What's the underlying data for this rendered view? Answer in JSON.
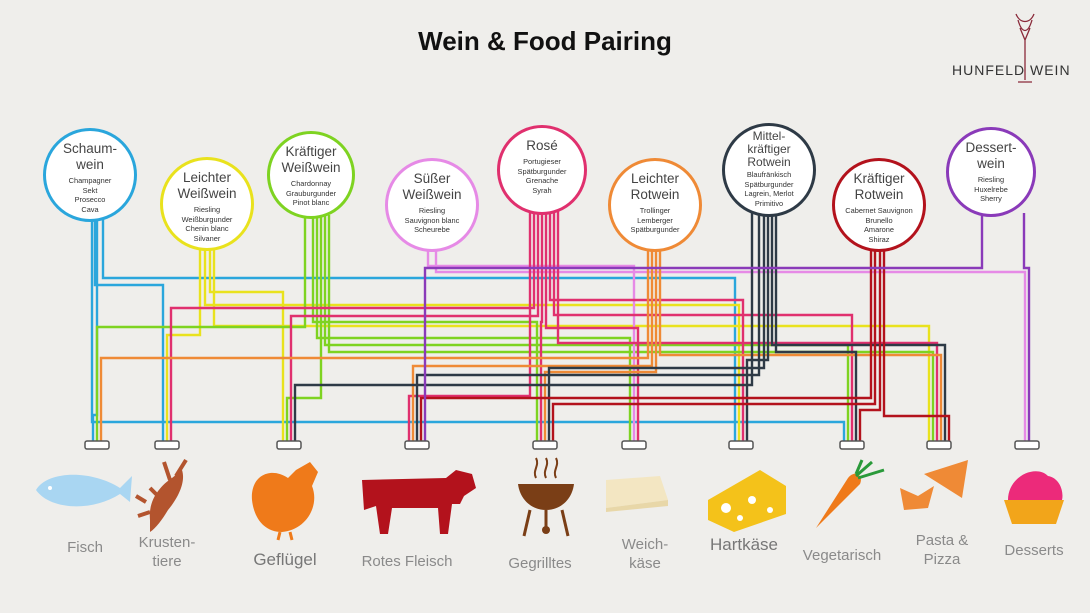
{
  "title": "Wein & Food Pairing",
  "brand": "HUNFELD WEIN",
  "wines": [
    {
      "id": "schaumwein",
      "name": [
        "Schaum-",
        "wein"
      ],
      "items": [
        "Champagner",
        "Sekt",
        "Prosecco",
        "Cava"
      ],
      "color": "#2aa6dc"
    },
    {
      "id": "leichter-weisswein",
      "name": [
        "Leichter",
        "Weißwein"
      ],
      "items": [
        "Riesling",
        "Weißburgunder",
        "Chenin blanc",
        "Silvaner"
      ],
      "color": "#e9e21d"
    },
    {
      "id": "kraeftiger-weisswein",
      "name": [
        "Kräftiger",
        "Weißwein"
      ],
      "items": [
        "Chardonnay",
        "Grauburgunder",
        "Pinot blanc"
      ],
      "color": "#7ed321"
    },
    {
      "id": "suesser-weisswein",
      "name": [
        "Süßer",
        "Weißwein"
      ],
      "items": [
        "Riesling",
        "Sauvignon blanc",
        "Scheurebe"
      ],
      "color": "#e68ae6"
    },
    {
      "id": "rose",
      "name": [
        "Rosé"
      ],
      "items": [
        "Portugieser",
        "Spätburgunder",
        "Grenache",
        "Syrah"
      ],
      "color": "#e0306e"
    },
    {
      "id": "leichter-rotwein",
      "name": [
        "Leichter",
        "Rotwein"
      ],
      "items": [
        "Trollinger",
        "Lemberger",
        "Spätburgunder"
      ],
      "color": "#ef8a36"
    },
    {
      "id": "mittelkraeftiger-rotwein",
      "name": [
        "Mittel-",
        "kräftiger",
        "Rotwein"
      ],
      "items": [
        "Blaufränkisch",
        "Spätburgunder",
        "Lagrein, Merlot",
        "Primitivo"
      ],
      "color": "#2e3a46"
    },
    {
      "id": "kraeftiger-rotwein",
      "name": [
        "Kräftiger",
        "Rotwein"
      ],
      "items": [
        "Cabernet Sauvignon",
        "Brunello",
        "Amarone",
        "Shiraz"
      ],
      "color": "#b3121c"
    },
    {
      "id": "dessertwein",
      "name": [
        "Dessert-",
        "wein"
      ],
      "items": [
        "Riesling",
        "Huxelrebe",
        "Sherry"
      ],
      "color": "#8a3ab9"
    }
  ],
  "foods": [
    {
      "id": "fisch",
      "label": [
        "Fisch"
      ],
      "icon": "fish-icon",
      "color": "#a9d6f2"
    },
    {
      "id": "krustentiere",
      "label": [
        "Krusten-",
        "tiere"
      ],
      "icon": "lobster-icon",
      "color": "#b3542e"
    },
    {
      "id": "gefluegel",
      "label": [
        "Geflügel"
      ],
      "icon": "chicken-icon",
      "color": "#ef7a1a"
    },
    {
      "id": "rotes-fleisch",
      "label": [
        "Rotes Fleisch"
      ],
      "icon": "cow-icon",
      "color": "#b3121c"
    },
    {
      "id": "gegrilltes",
      "label": [
        "Gegrilltes"
      ],
      "icon": "grill-icon",
      "color": "#7a3e16"
    },
    {
      "id": "weichkaese",
      "label": [
        "Weich-",
        "käse"
      ],
      "icon": "brie-icon",
      "color": "#f3e6c2"
    },
    {
      "id": "hartkaese",
      "label": [
        "Hartkäse"
      ],
      "icon": "cheese-icon",
      "color": "#f4c21a"
    },
    {
      "id": "vegetarisch",
      "label": [
        "Vegetarisch"
      ],
      "icon": "carrot-icon",
      "color": "#ef7a1a"
    },
    {
      "id": "pasta-pizza",
      "label": [
        "Pasta &",
        "Pizza"
      ],
      "icon": "pasta-pizza-icon",
      "color": "#ef8a36"
    },
    {
      "id": "desserts",
      "label": [
        "Desserts"
      ],
      "icon": "cupcake-icon",
      "color": "#ec2a7a"
    }
  ]
}
